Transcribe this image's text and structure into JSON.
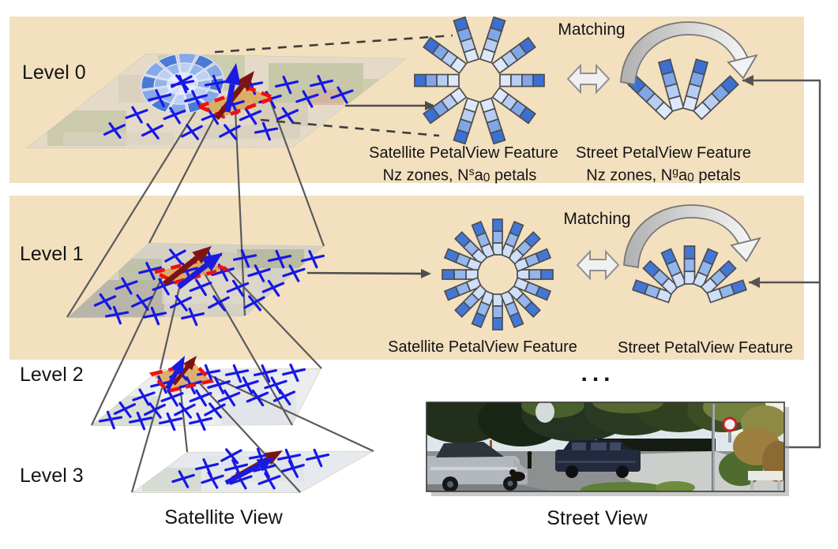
{
  "levels": [
    {
      "label": "Level 0"
    },
    {
      "label": "Level 1"
    },
    {
      "label": "Level 2"
    },
    {
      "label": "Level 3"
    }
  ],
  "matching_label": "Matching",
  "bottom_labels": {
    "satellite": "Satellite View",
    "street": "Street View"
  },
  "ellipsis": "...",
  "level0": {
    "satellite_caption": "Satellite PetalView Feature",
    "satellite_zones": {
      "prefix": "Nz zones, N",
      "sup": "s",
      "mid": "a",
      "sub": "0",
      "suffix": " petals"
    },
    "street_caption": "Street PetalView Feature",
    "street_zones": {
      "prefix": "Nz zones, N",
      "sup": "g",
      "mid": "a",
      "sub": "0",
      "suffix": " petals"
    },
    "satellite_petals": 10,
    "street_petals": 4,
    "zones": 4
  },
  "level1": {
    "satellite_caption": "Satellite PetalView Feature",
    "street_caption": "Street PetalView Feature",
    "satellite_petals": 16,
    "street_petals": 7,
    "zones": 3
  },
  "colors": {
    "band": "#f2e0bf",
    "petal_shades_4": [
      "#dde8fa",
      "#b7cdf2",
      "#7fa6e8",
      "#3b70d2"
    ],
    "petal_shades_3": [
      "#cfdff7",
      "#93b6ec",
      "#4377d6"
    ],
    "cell_stroke": "#4d4d4d",
    "red": "#ee1111",
    "square_fill": "#d9a34c",
    "blue_arrow": "#1b1bdf",
    "dark_red_arrow": "#7c1414",
    "cross": "#1717e6",
    "line": "#555555"
  }
}
